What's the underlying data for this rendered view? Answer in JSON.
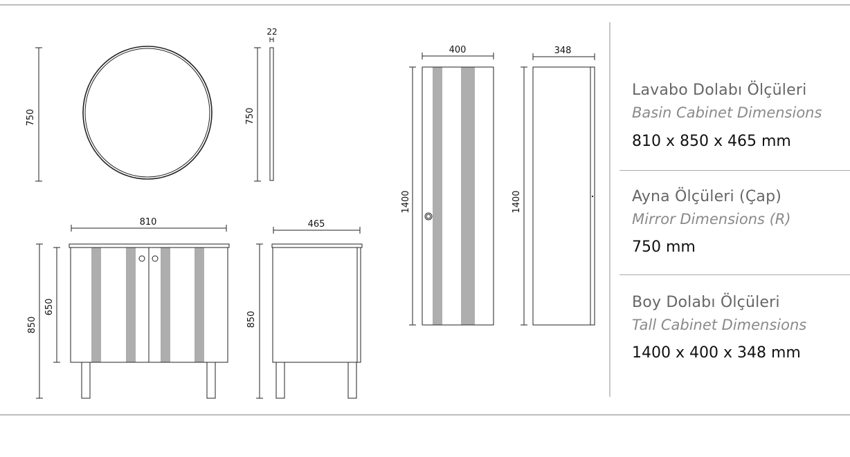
{
  "dimensions": {
    "mirror_height": "750",
    "mirror_side_height": "750",
    "mirror_depth": "22",
    "basin_width": "810",
    "basin_height": "850",
    "basin_body_height": "650",
    "basin_depth": "465",
    "basin_side_height": "850",
    "tall_width": "400",
    "tall_height": "1400",
    "tall_depth": "348",
    "tall_side_height": "1400"
  },
  "specs": [
    {
      "title_tr": "Lavabo Dolabı Ölçüleri",
      "title_en": "Basin Cabinet Dimensions",
      "value": "810 x 850 x 465 mm"
    },
    {
      "title_tr": "Ayna Ölçüleri (Çap)",
      "title_en": "Mirror Dimensions (R)",
      "value": "750 mm"
    },
    {
      "title_tr": "Boy Dolabı Ölçüleri",
      "title_en": "Tall Cabinet Dimensions",
      "value": "1400 x 400 x 348 mm"
    }
  ]
}
